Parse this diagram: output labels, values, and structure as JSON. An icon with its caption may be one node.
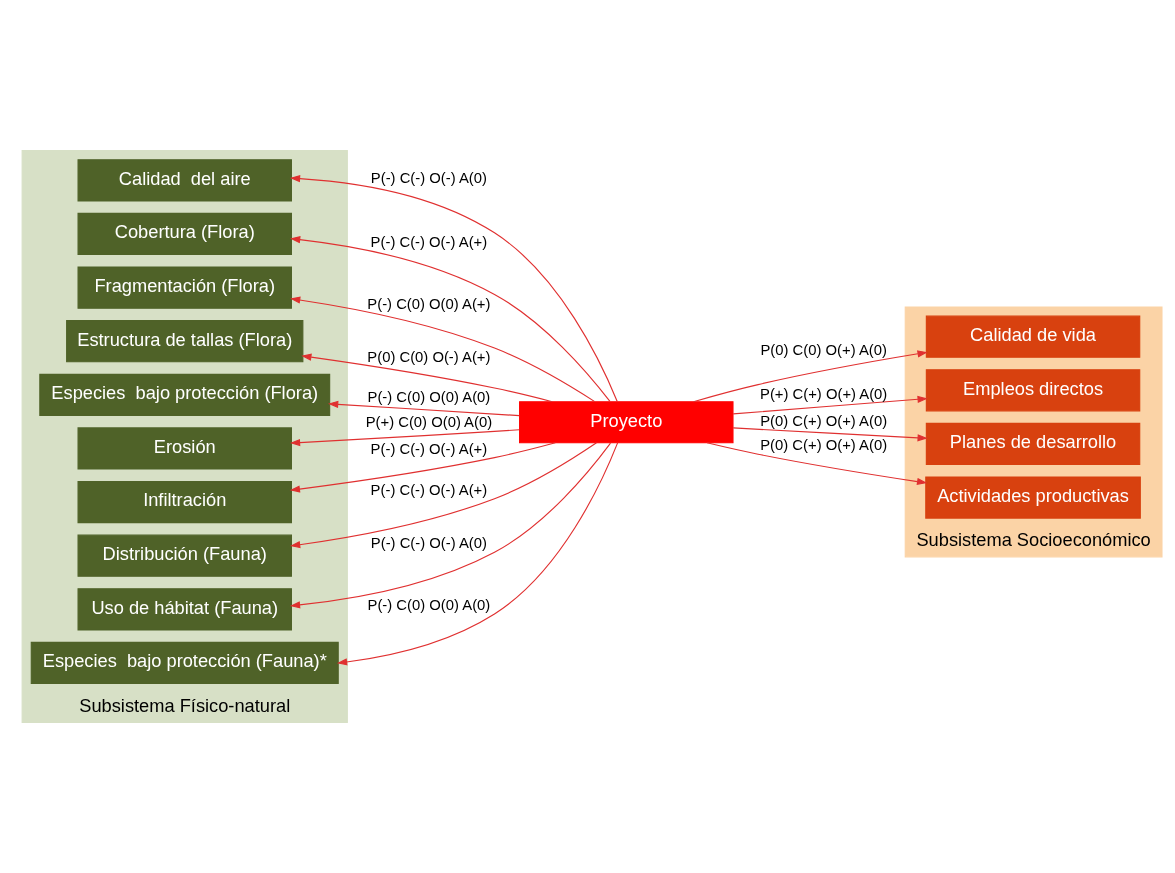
{
  "diagram": {
    "nodes": [
      {
        "text": [
          "Subsistema Físico-natural"
        ]
      },
      {
        "text": [
          "Calidad  del aire"
        ],
        "in": 0
      },
      {
        "text": [
          "Cobertura (Flora)"
        ],
        "in": 0
      },
      {
        "text": [
          "Fragmentación (Flora)"
        ],
        "in": 0
      },
      {
        "text": [
          "Estructura de tallas (Flora)"
        ],
        "in": 0
      },
      {
        "text": [
          "Especies  bajo protección (Flora)"
        ],
        "in": 0
      },
      {
        "text": [
          "Erosión"
        ],
        "in": 0
      },
      {
        "text": [
          "Infiltración"
        ],
        "in": 0
      },
      {
        "text": [
          "Distribución (Fauna)"
        ],
        "in": 0
      },
      {
        "text": [
          "Uso de hábitat (Fauna)"
        ],
        "in": 0
      },
      {
        "text": [
          "Especies  bajo protección (Fauna)*"
        ],
        "in": 0
      },
      {
        "text": [
          "Proyecto"
        ]
      },
      {
        "text": [
          "Subsistema Socioeconómico"
        ]
      },
      {
        "text": [
          "Calidad de vida"
        ],
        "in": 12
      },
      {
        "text": [
          "Empleos directos"
        ],
        "in": 12
      },
      {
        "text": [
          "Planes de desarrollo"
        ],
        "in": 12
      },
      {
        "text": [
          "Actividades productivas"
        ],
        "in": 12
      }
    ],
    "edges": [
      {
        "from": 11,
        "to": 1,
        "arrow": "to",
        "label": "P(-) C(-) O(-) A(0)"
      },
      {
        "from": 11,
        "to": 2,
        "arrow": "to",
        "label": "P(-) C(-) O(-) A(+)"
      },
      {
        "from": 11,
        "to": 3,
        "arrow": "to",
        "label": "P(-) C(0) O(0) A(+)"
      },
      {
        "from": 11,
        "to": 4,
        "arrow": "to",
        "label": "P(0) C(0) O(-) A(+)"
      },
      {
        "from": 11,
        "to": 5,
        "arrow": "to",
        "label": "P(-) C(0) O(0) A(0)"
      },
      {
        "from": 11,
        "to": 6,
        "arrow": "to",
        "label": "P(+) C(0) O(0) A(0)"
      },
      {
        "from": 11,
        "to": 7,
        "arrow": "to",
        "label": "P(-) C(-) O(-) A(+)"
      },
      {
        "from": 11,
        "to": 8,
        "arrow": "to",
        "label": "P(-) C(-) O(-) A(+)"
      },
      {
        "from": 11,
        "to": 9,
        "arrow": "to",
        "label": "P(-) C(-) O(-) A(0)"
      },
      {
        "from": 11,
        "to": 10,
        "arrow": "to",
        "label": "P(-) C(0) O(0) A(0)"
      },
      {
        "from": 11,
        "to": 13,
        "arrow": "to",
        "label": "P(0) C(0) O(+) A(0)"
      },
      {
        "from": 11,
        "to": 14,
        "arrow": "to",
        "label": "P(+) C(+) O(+) A(0)"
      },
      {
        "from": 11,
        "to": 15,
        "arrow": "to",
        "label": "P(0) C(+) O(+) A(0)"
      },
      {
        "from": 11,
        "to": 16,
        "arrow": "to",
        "label": "P(0) C(+) O(+) A(0)"
      }
    ]
  }
}
